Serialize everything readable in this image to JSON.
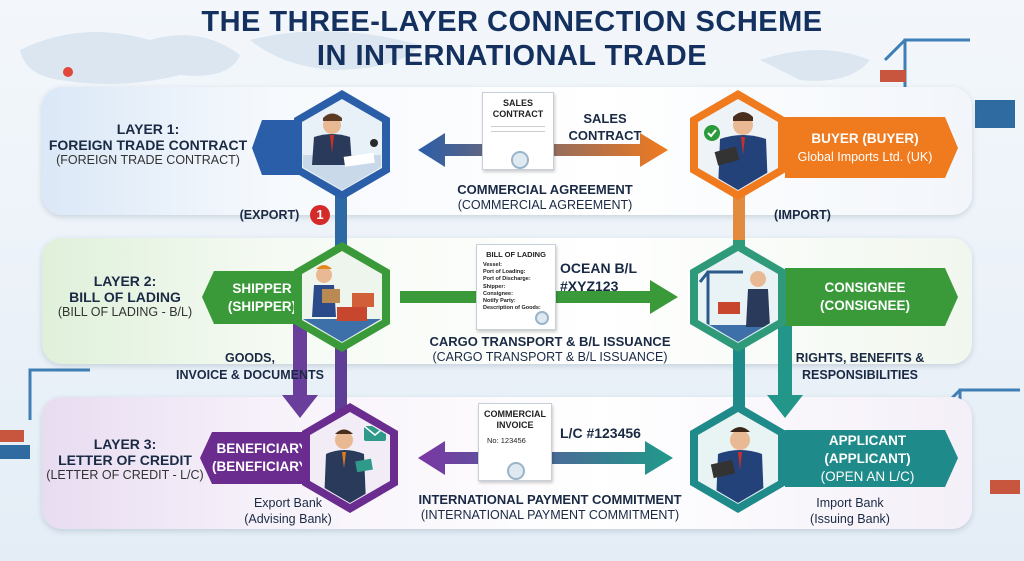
{
  "title": {
    "line1": "THE THREE-LAYER CONNECTION SCHEME",
    "line2": "IN INTERNATIONAL TRADE"
  },
  "layer1": {
    "heading1": "LAYER 1:",
    "heading2": "FOREIGN TRADE CONTRACT",
    "sub": "(FOREIGN TRADE CONTRACT)",
    "doc_title": "SALES\nCONTRACT",
    "arrow_label": "SALES\nCONTRACT",
    "center_label": "COMMERCIAL AGREEMENT",
    "center_sub": "(COMMERCIAL AGREEMENT)",
    "buyer_title": "BUYER (BUYER)",
    "buyer_name": "Global Imports Ltd. (UK)",
    "export_label": "(EXPORT)",
    "export_badge": "1",
    "import_label": "(IMPORT)"
  },
  "layer2": {
    "heading1": "LAYER 2:",
    "heading2": "BILL OF LADING",
    "sub": "(BILL OF LADING - B/L)",
    "shipper_title": "SHIPPER",
    "shipper_sub": "(SHIPPER)",
    "doc_title": "BILL OF LADING",
    "doc_fields": [
      "Vessel:",
      "Port of Loading:",
      "Port of Discharge:",
      "Shipper:",
      "Consignee:",
      "Notify Party:",
      "Description of Goods:"
    ],
    "arrow_label": "OCEAN B/L\n#XYZ123",
    "center_label": "CARGO TRANSPORT & B/L ISSUANCE",
    "center_sub": "(CARGO TRANSPORT & B/L ISSUANCE)",
    "consignee_title": "CONSIGNEE",
    "consignee_sub": "(CONSIGNEE)",
    "left_down_label": "GOODS,\nINVOICE & DOCUMENTS",
    "right_down_label": "RIGHTS, BENEFITS &\nRESPONSIBILITIES"
  },
  "layer3": {
    "heading1": "LAYER 3:",
    "heading2": "LETTER OF CREDIT",
    "sub": "(LETTER OF CREDIT - L/C)",
    "beneficiary_title": "BENEFICIARY",
    "beneficiary_sub": "(BENEFICIARY)",
    "doc_title": "COMMERCIAL\nINVOICE",
    "doc_number": "No: 123456",
    "arrow_label": "L/C #123456",
    "center_label": "INTERNATIONAL PAYMENT COMMITMENT",
    "center_sub": "(INTERNATIONAL PAYMENT COMMITMENT)",
    "applicant_title": "APPLICANT (APPLICANT)",
    "applicant_sub": "(OPEN AN L/C)",
    "export_bank": "Export Bank",
    "export_bank_sub": "(Advising Bank)",
    "import_bank": "Import Bank",
    "import_bank_sub": "(Issuing Bank)"
  },
  "colors": {
    "layer1": "#2a5ea8",
    "layer2": "#3a9a3a",
    "layer3": "#6a2c8e",
    "buyer_tag": "#f07a1e",
    "teal": "#1f8a8a"
  },
  "icons": [
    "businessman-signing-icon",
    "buyer-tablet-icon",
    "worker-boxes-icon",
    "port-crane-icon",
    "banker-email-icon",
    "banker-tablet-icon"
  ]
}
